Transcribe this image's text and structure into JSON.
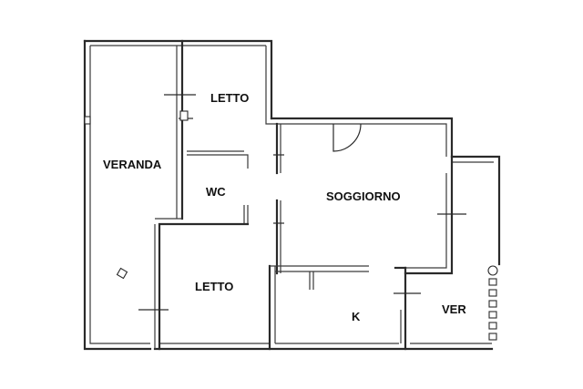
{
  "rooms": {
    "veranda": "VERANDA",
    "letto_top": "LETTO",
    "wc": "WC",
    "soggiorno": "SOGGIORNO",
    "letto_bottom": "LETTO",
    "kitchen": "K",
    "ver": "VER"
  }
}
